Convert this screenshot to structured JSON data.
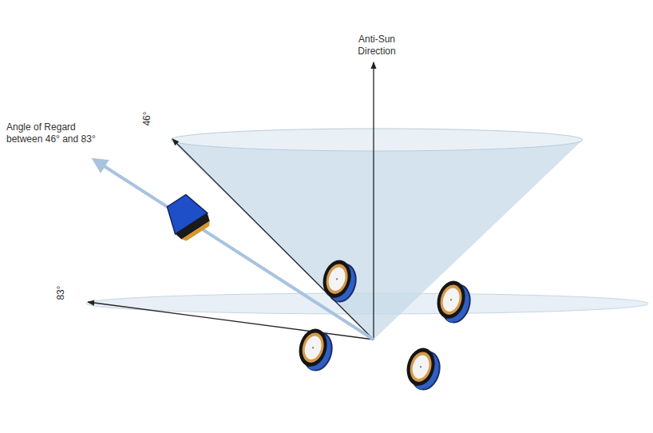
{
  "diagram": {
    "labels": [
      "Anti-Sun Direction",
      "Angle of Regard between 46° and 83°",
      "46°",
      "83°"
    ]
  }
}
